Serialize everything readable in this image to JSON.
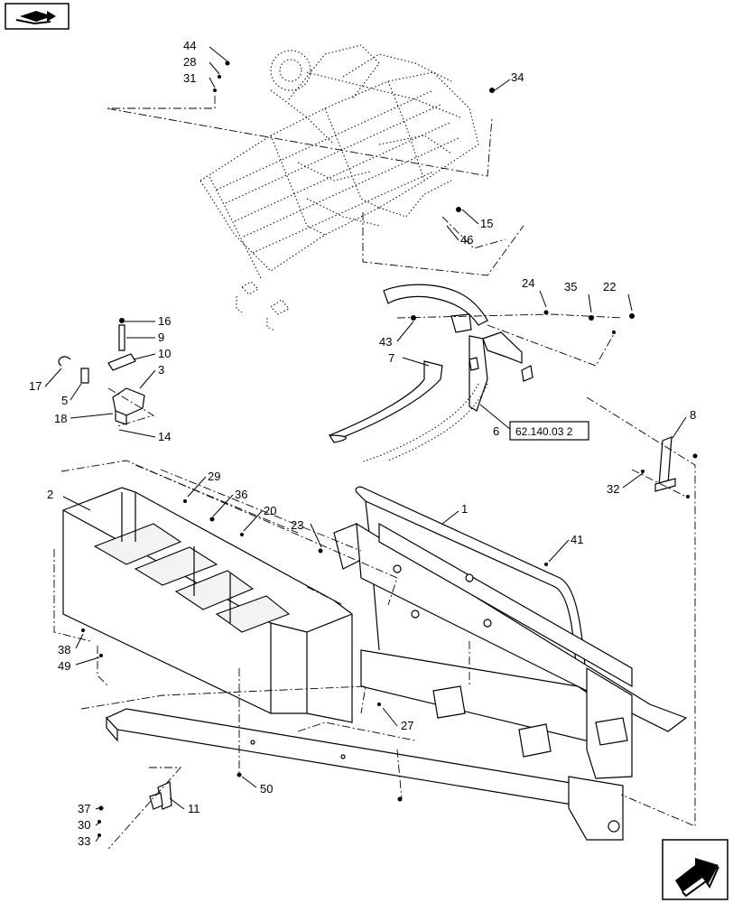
{
  "nav": {
    "top_left_icon": "arrow-right-icon",
    "bottom_right_icon": "arrow-3d-icon"
  },
  "reference_box": "62.140.03 2",
  "labels": [
    "44",
    "28",
    "31",
    "34",
    "15",
    "46",
    "24",
    "35",
    "22",
    "16",
    "9",
    "10",
    "3",
    "17",
    "5",
    "18",
    "14",
    "43",
    "7",
    "6",
    "8",
    "32",
    "2",
    "29",
    "36",
    "20",
    "23",
    "1",
    "41",
    "38",
    "49",
    "27",
    "50",
    "37",
    "30",
    "33",
    "11"
  ]
}
